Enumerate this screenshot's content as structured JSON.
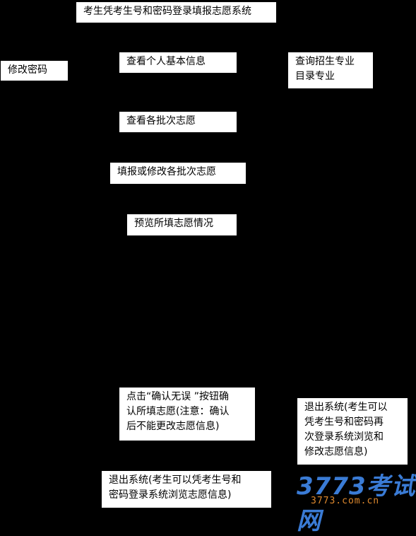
{
  "nodes": {
    "title": "考生凭考生号和密码登录填报志愿系统",
    "change_password": "修改密码",
    "view_info": "查看个人基本信息",
    "browse_majors": [
      "查询招生专业",
      "目录专业"
    ],
    "view_choices": "查看各批次志愿",
    "fill_choices": "填报或修改各批次志愿",
    "preview": "预览所填志愿情况",
    "confirm": [
      "点击“确认无误 ”按钮确",
      "认所填志愿(注意：确认",
      "后不能更改志愿信息)"
    ],
    "exit_modify": [
      "退出系统(考生可以",
      "凭考生号和密码再",
      "次登录系统浏览和",
      "修改志愿信息)"
    ],
    "exit_browse": [
      "退出系统(考生可以凭考生号和",
      "密码登录系统浏览志愿信息)"
    ]
  },
  "watermark": {
    "main": "3773考试网",
    "url": "3773.com.cn",
    "colors": {
      "main": "#3a7bd5",
      "url": "#e08a2e"
    }
  }
}
